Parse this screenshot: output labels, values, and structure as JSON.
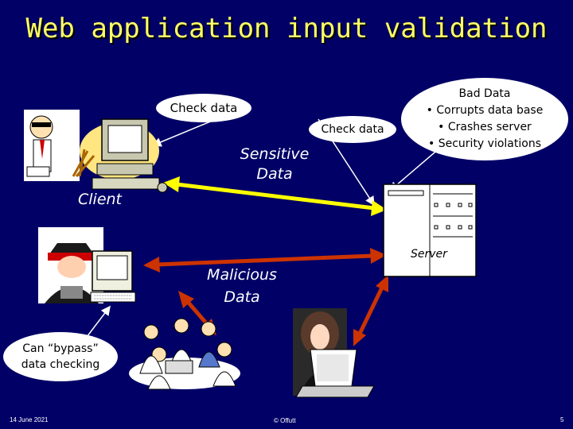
{
  "title": "Web application input validation",
  "callouts": {
    "check_data_left": "Check data",
    "check_data_right": "Check data",
    "bad_data_title": "Bad Data",
    "bad_data_items": [
      "• Corrupts data base",
      "• Crashes server",
      "• Security violations"
    ],
    "bypass_line1": "Can “bypass”",
    "bypass_line2": "data checking"
  },
  "labels": {
    "sensitive_line1": "Sensitive",
    "sensitive_line2": "Data",
    "client": "Client",
    "malicious_line1": "Malicious",
    "malicious_line2": "Data",
    "server": "Server"
  },
  "footer": {
    "date": "14 June 2021",
    "copyright": "© Offutt",
    "page": "5"
  },
  "colors": {
    "background": "#000066",
    "title": "#ffff66",
    "sensitive_arrow": "#ffff00",
    "malicious_arrow": "#cc3300"
  },
  "icons": [
    "dilbert-at-computer-icon",
    "black-hat-hacker-icon",
    "server-icon",
    "group-of-people-icon",
    "woman-at-laptop-icon"
  ]
}
